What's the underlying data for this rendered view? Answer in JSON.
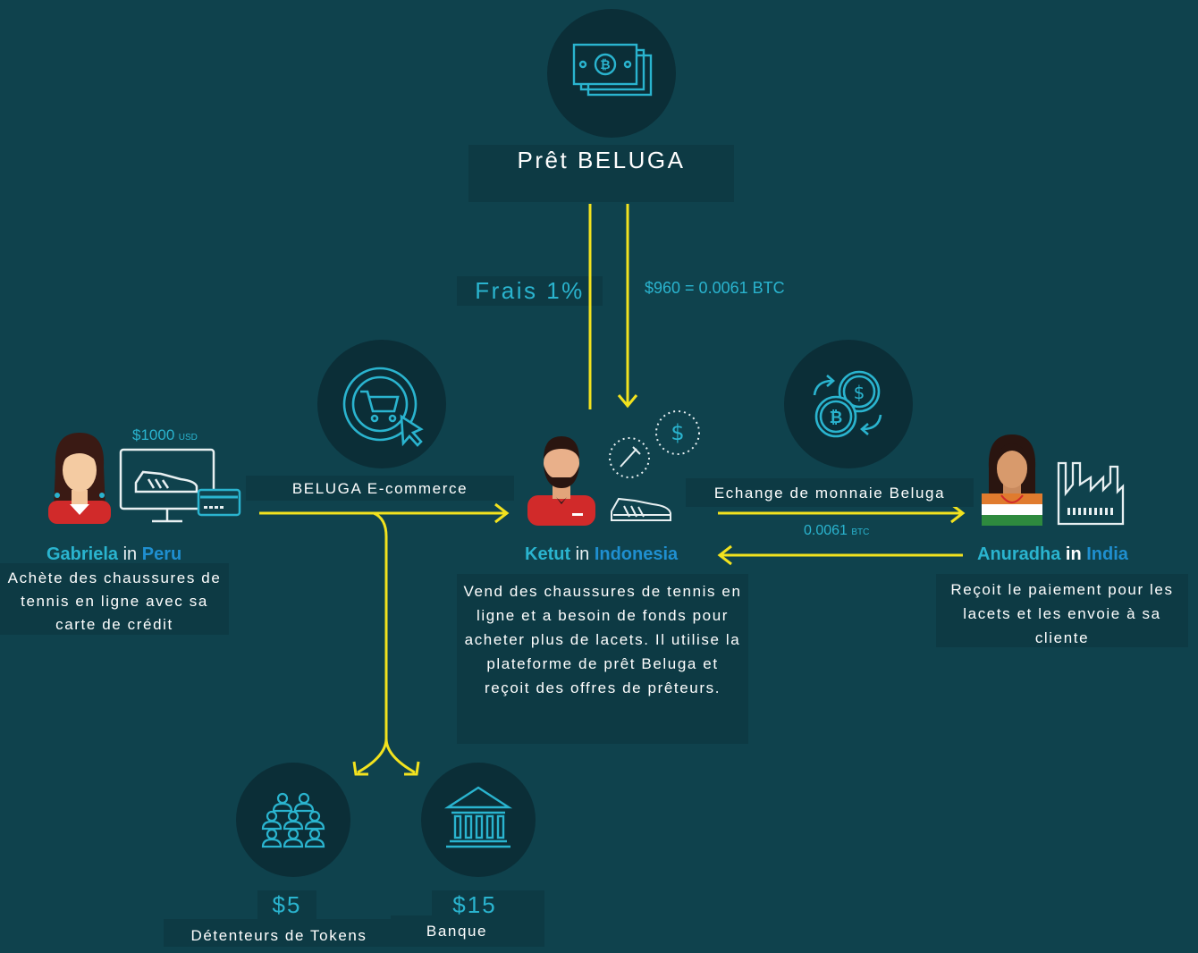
{
  "loan": {
    "title": "Prêt BELUGA",
    "fee_label": "Frais 1%",
    "amount_label": "$960 = 0.0061 BTC"
  },
  "gabriela": {
    "price_amount": "$1000",
    "price_unit": "USD",
    "name": "Gabriela",
    "in": "in",
    "place": "Peru",
    "description": "Achète des chaussures de tennis en ligne avec sa carte de crédit"
  },
  "ecommerce": {
    "label": "BELUGA E-commerce"
  },
  "ketut": {
    "name": "Ketut",
    "in": "in",
    "place": "Indonesia",
    "description": "Vend des chaussures de tennis en ligne et a besoin de fonds pour acheter plus de lacets. Il utilise la plateforme de prêt Beluga et reçoit des offres de prêteurs."
  },
  "exchange": {
    "label": "Echange de monnaie Beluga",
    "amount": "0.0061",
    "unit": "BTC"
  },
  "anuradha": {
    "name": "Anuradha",
    "in": "in",
    "place": "India",
    "description": "Reçoit le paiement pour les lacets et les envoie à sa cliente"
  },
  "token_holders": {
    "amount": "$5",
    "label": "Détenteurs de Tokens"
  },
  "bank": {
    "amount": "$15",
    "label": "Banque"
  },
  "colors": {
    "background": "#0f424d",
    "arrow": "#f2e21e",
    "accent": "#2ab4cf",
    "circle": "#0b2e37"
  }
}
